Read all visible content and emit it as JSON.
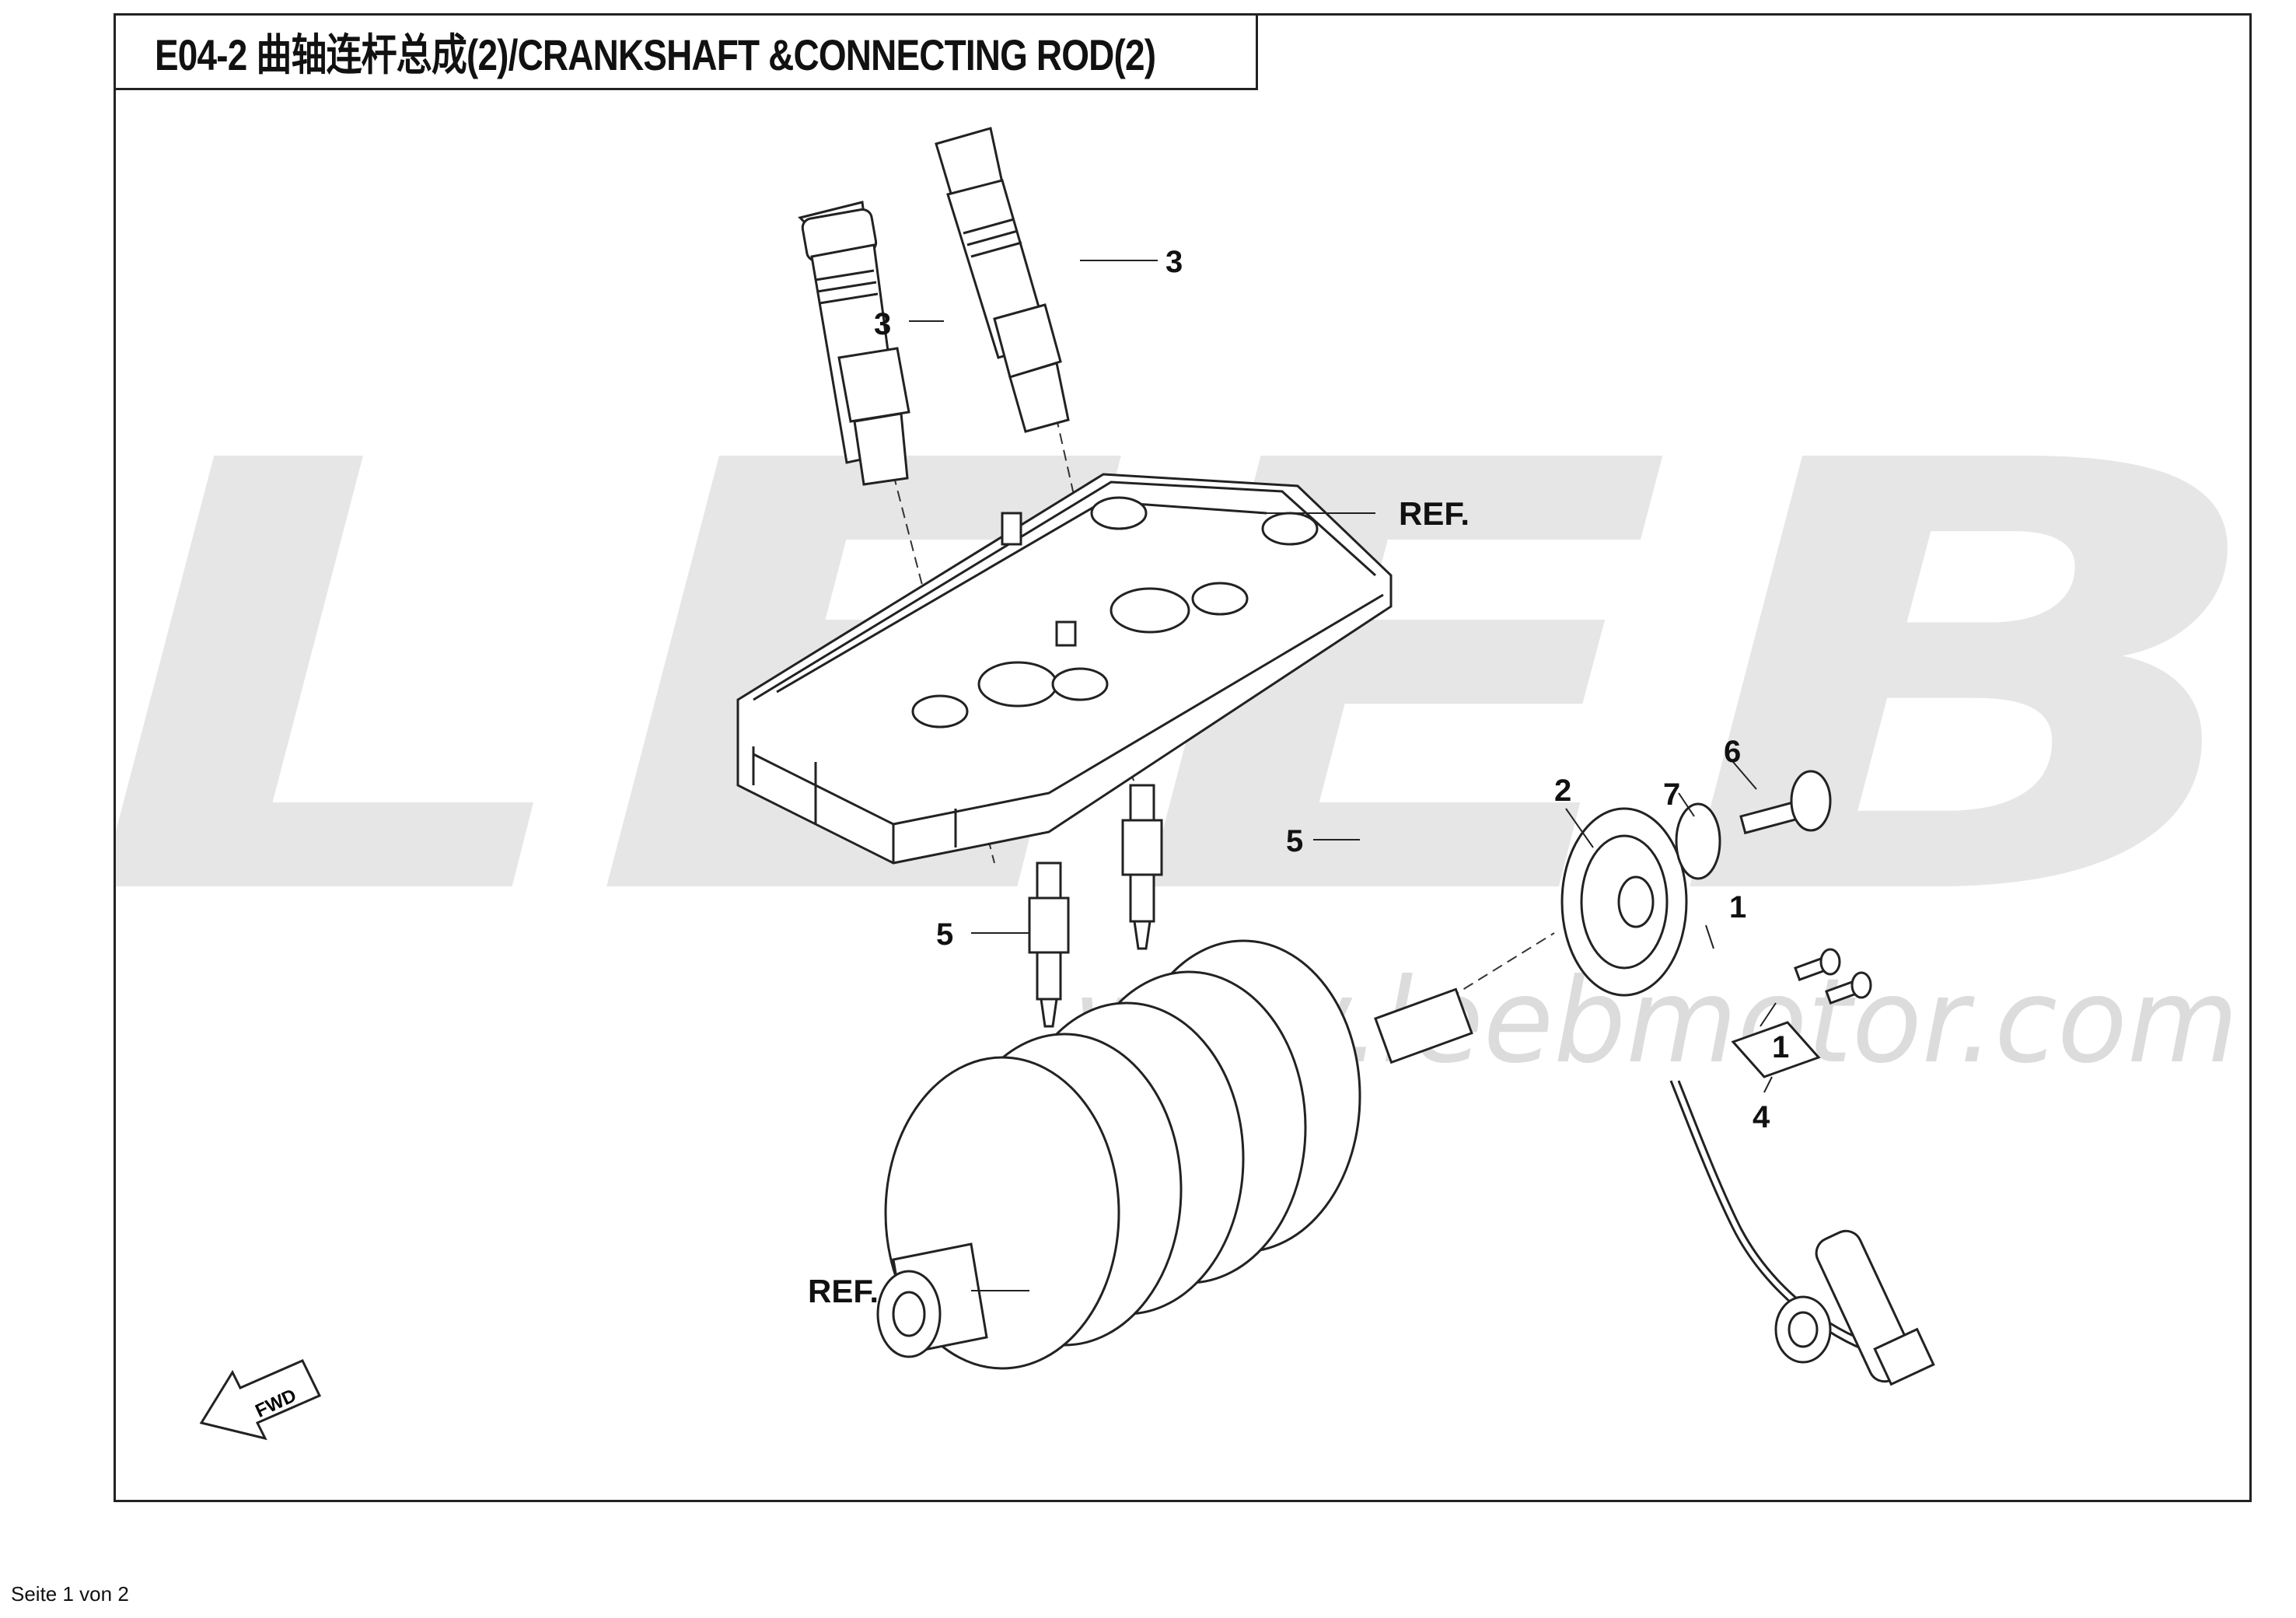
{
  "title": "E04-2  曲轴连杆总成(2)/CRANKSHAFT &CONNECTING ROD(2)",
  "watermark": {
    "logo_text": "LEEB",
    "url": "www.leebmotor.com"
  },
  "callouts": {
    "c3a": "3",
    "c3b": "3",
    "ref_cover": "REF.",
    "ref_crank": "REF.",
    "c5a": "5",
    "c5b": "5",
    "c2": "2",
    "c7": "7",
    "c6": "6",
    "c1a": "1",
    "c1b": "1",
    "c4": "4"
  },
  "fwd_label": "FWD",
  "footer": "Seite 1 von 2"
}
